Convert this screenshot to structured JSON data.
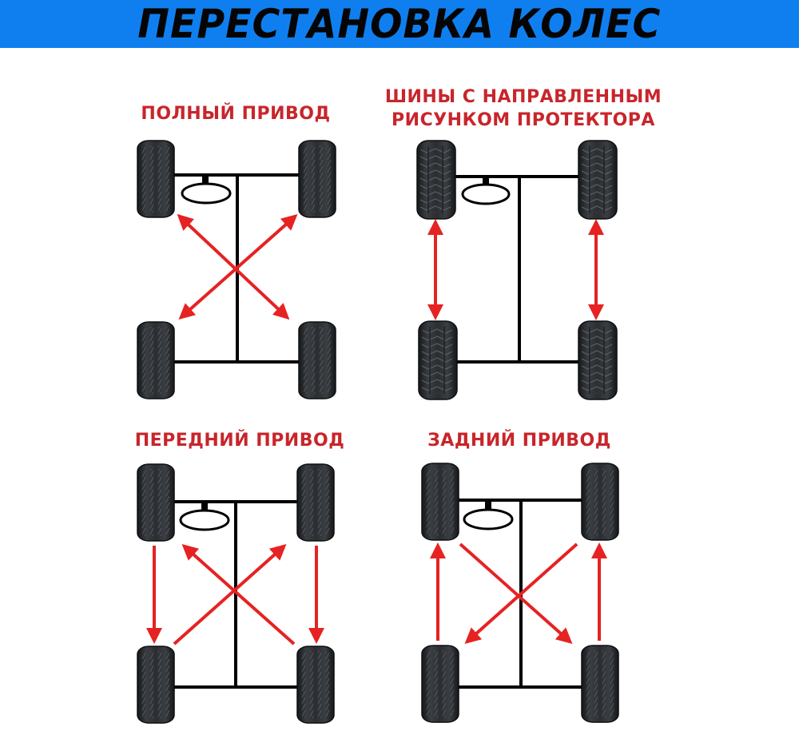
{
  "header": {
    "title": "ПЕРЕСТАНОВКА КОЛЕС",
    "background_color": "#0f7ff0",
    "text_color": "#050505"
  },
  "colors": {
    "panel_title": "#c8252b",
    "arrow": "#e62222",
    "chassis": "#000000",
    "tire": "#2a2d30"
  },
  "panels": [
    {
      "id": "awd",
      "title_line1": "ПОЛНЫЙ ПРИВОД",
      "title_line2": "",
      "scheme": "cross swap: front-left ↔ rear-right, front-right ↔ rear-left (double-headed diagonal arrows)"
    },
    {
      "id": "directional",
      "title_line1": "ШИНЫ С НАПРАВЛЕННЫМ",
      "title_line2": "РИСУНКОМ ПРОТЕКТОРА",
      "scheme": "same-side swap: front ↔ rear on each side (double-headed vertical arrows)"
    },
    {
      "id": "fwd",
      "title_line1": "ПЕРЕДНИЙ ПРИВОД",
      "title_line2": "",
      "scheme": "front wheels move straight back; rear wheels cross to opposite front"
    },
    {
      "id": "rwd",
      "title_line1": "ЗАДНИЙ ПРИВОД",
      "title_line2": "",
      "scheme": "rear wheels move straight forward; front wheels cross to opposite rear"
    }
  ]
}
